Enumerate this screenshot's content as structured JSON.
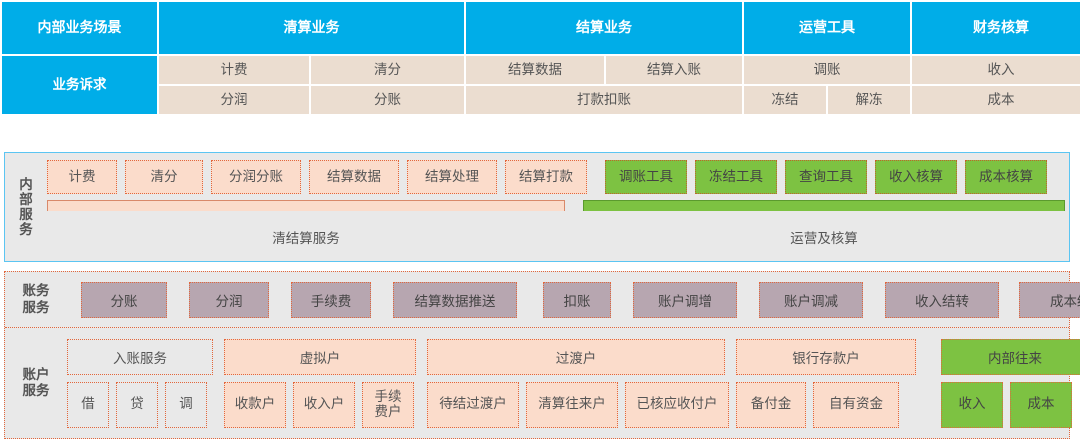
{
  "top_table": {
    "header": {
      "scene_label": "内部业务场景",
      "columns": [
        {
          "label": "清算业务"
        },
        {
          "label": "结算业务"
        },
        {
          "label": "运营工具"
        },
        {
          "label": "财务核算"
        }
      ]
    },
    "row_label": "业务诉求",
    "row1": [
      "计费",
      "清分",
      "结算数据",
      "结算入账",
      "调账",
      "收入"
    ],
    "row2": [
      "分润",
      "分账",
      "打款扣账",
      "冻结",
      "解冻",
      "成本"
    ]
  },
  "internal_service": {
    "label": "内部服务",
    "chips": [
      {
        "text": "计费",
        "color": "peach"
      },
      {
        "text": "清分",
        "color": "peach"
      },
      {
        "text": "分润分账",
        "color": "peach"
      },
      {
        "text": "结算数据",
        "color": "peach"
      },
      {
        "text": "结算处理",
        "color": "peach"
      },
      {
        "text": "结算打款",
        "color": "peach"
      },
      {
        "text": "调账工具",
        "color": "green"
      },
      {
        "text": "冻结工具",
        "color": "green"
      },
      {
        "text": "查询工具",
        "color": "green"
      },
      {
        "text": "收入核算",
        "color": "green"
      },
      {
        "text": "成本核算",
        "color": "green"
      }
    ],
    "bands": [
      {
        "text": "清结算服务",
        "color": "peach"
      },
      {
        "text": "运营及核算",
        "color": "green"
      }
    ]
  },
  "accounting_service": {
    "label": "账务服务",
    "chips": [
      "分账",
      "分润",
      "手续费",
      "结算数据推送",
      "扣账",
      "账户调增",
      "账户调减",
      "收入结转",
      "成本结转"
    ]
  },
  "account_service": {
    "label": "账户服务",
    "groups": [
      {
        "head": "入账服务",
        "head_color": "grey",
        "sub_color": "grey",
        "subs": [
          "借",
          "贷",
          "调"
        ]
      },
      {
        "head": "虚拟户",
        "head_color": "peach",
        "sub_color": "peach",
        "subs": [
          "收款户",
          "收入户",
          "手续\n费户"
        ]
      },
      {
        "head": "过渡户",
        "head_color": "peach",
        "sub_color": "peach",
        "subs": [
          "待结过渡户",
          "清算往来户",
          "已核应收付户"
        ]
      },
      {
        "head": "银行存款户",
        "head_color": "peach",
        "sub_color": "peach",
        "subs": [
          "备付金",
          "自有资金"
        ]
      },
      {
        "head": "内部往来",
        "head_color": "green",
        "sub_color": "green",
        "subs": [
          "收入",
          "成本"
        ]
      }
    ]
  },
  "colors": {
    "header_blue": "#00ADE8",
    "table_cell": "#EBDDD0",
    "peach_fill": "#FBDCCB",
    "peach_border": "#E2673C",
    "green_fill": "#7DC242",
    "grey_panel": "#E9E9E9",
    "mauve_fill": "#B7A6B0",
    "cyan_border": "#5BC5F2"
  }
}
